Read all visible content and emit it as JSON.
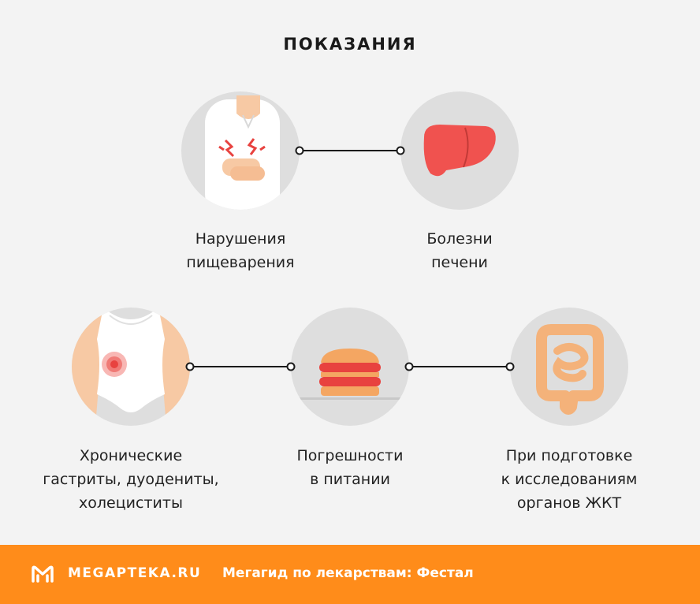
{
  "title": "ПОКАЗАНИЯ",
  "items": [
    {
      "icon": "stomach-pain-icon",
      "lines": [
        "Нарушения",
        "пищеварения"
      ]
    },
    {
      "icon": "liver-icon",
      "lines": [
        "Болезни",
        "печени"
      ]
    },
    {
      "icon": "abdomen-pain-icon",
      "lines": [
        "Хронические",
        "гастриты, дуодениты,",
        "холециститы"
      ]
    },
    {
      "icon": "burger-icon",
      "lines": [
        "Погрешности",
        "в питании"
      ]
    },
    {
      "icon": "intestines-icon",
      "lines": [
        "При подготовке",
        "к исследованиям",
        "органов ЖКТ"
      ]
    }
  ],
  "footer": {
    "brand": "MEGAPTEKA.RU",
    "tagline": "Мегагид по лекарствам: Фестал",
    "logo_icon": "megaptека-m-logo-icon",
    "background_color": "#ff8c1a"
  },
  "colors": {
    "circle_bg": "#dedede",
    "accent_red": "#e8423f",
    "liver": "#f0524f",
    "intestine": "#f4b27a"
  }
}
